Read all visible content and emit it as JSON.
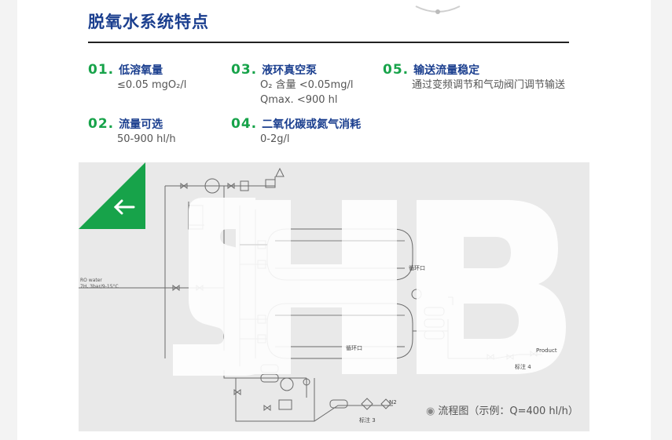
{
  "title": "脱氧水系统特点",
  "features": [
    {
      "num": "01.",
      "name": "低溶氧量",
      "lines": [
        "≤0.05 mgO₂/l"
      ]
    },
    {
      "num": "02.",
      "name": "流量可选",
      "lines": [
        "50-900 hl/h"
      ]
    },
    {
      "num": "03.",
      "name": "液环真空泵",
      "lines": [
        "O₂ 含量 <0.05mg/l",
        "Qmax. <900 hl"
      ]
    },
    {
      "num": "04.",
      "name": "二氧化碳或氮气消耗",
      "lines": [
        "0-2g/l"
      ]
    },
    {
      "num": "05.",
      "name": "输送流量稳定",
      "lines": [
        "通过变频调节和气动阀门调节输送"
      ]
    }
  ],
  "diagram": {
    "watermark_text": "SHB",
    "label_inlet_1": "RO water",
    "label_inlet_2": "7H, 3bar/9-15°C",
    "label_product": "Product",
    "label_mark4": "标注 4",
    "label_mark3": "标注 3",
    "label_n2": "N2",
    "label_tank_mid": "循环口",
    "label_tank_low": "循环口",
    "caption": "流程图（示例：Q=400 hl/h）",
    "caption_icon": "wechat-icon",
    "back_icon": "back-arrow-icon",
    "accent_green": "#17a34a",
    "title_blue": "#1b3f8f"
  }
}
